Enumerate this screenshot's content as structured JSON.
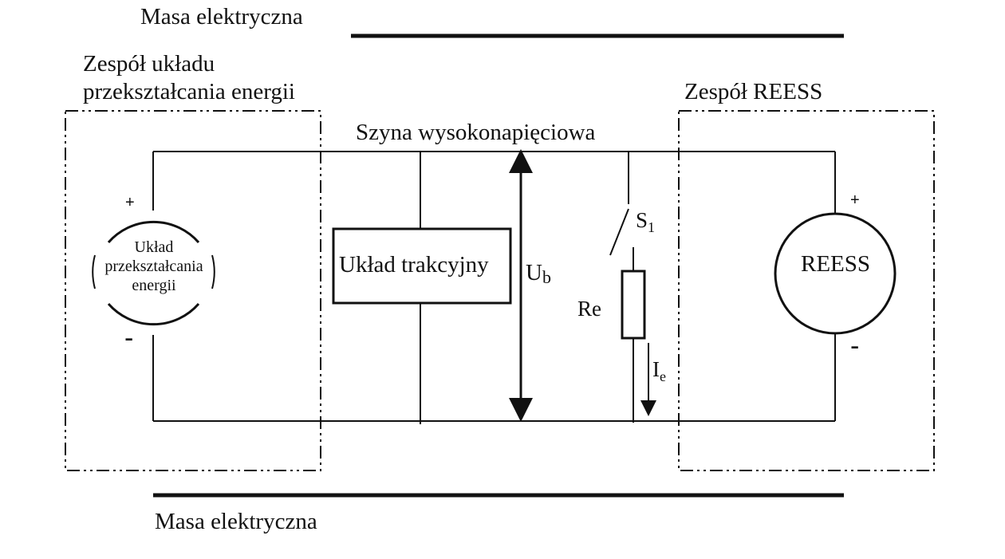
{
  "labels": {
    "ground_top": "Masa elektryczna",
    "ground_bottom": "Masa elektryczna",
    "converter_group_line1": "Zespół układu",
    "converter_group_line2": "przekształcania energii",
    "reess_group": "Zespół REESS",
    "hv_bus": "Szyna wysokonapięciowa",
    "converter_line1": "Układ",
    "converter_line2": "przekształcania",
    "converter_line3": "energii",
    "traction": "Układ trakcyjny",
    "voltage_main": "U",
    "voltage_sub": "b",
    "switch_main": "S",
    "switch_sub": "1",
    "resistor": "Re",
    "current_main": "I",
    "current_sub": "e",
    "reess": "REESS",
    "converter_plus": "+",
    "converter_minus": "-",
    "reess_plus": "+",
    "reess_minus": "-"
  },
  "colors": {
    "line": "#111111",
    "background": "#ffffff"
  }
}
